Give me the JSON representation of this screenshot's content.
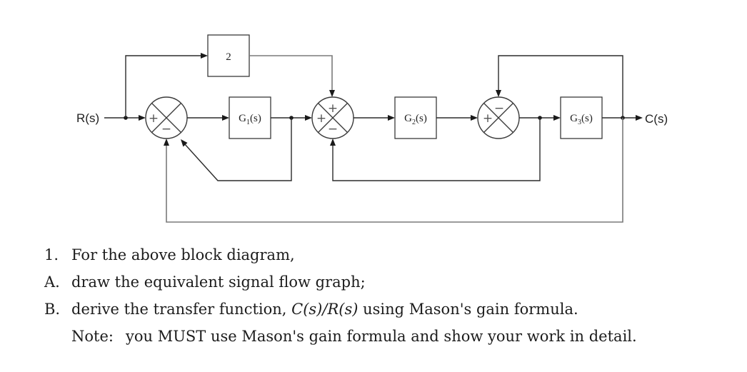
{
  "diagram": {
    "input_label": "R(s)",
    "output_label": "C(s)",
    "blocks": {
      "gain": {
        "label": "2"
      },
      "g1": {
        "main": "G",
        "sub": "1",
        "arg": "(s)"
      },
      "g2": {
        "main": "G",
        "sub": "2",
        "arg": "(s)"
      },
      "g3": {
        "main": "G",
        "sub": "3",
        "arg": "(s)"
      }
    },
    "summing_junctions": [
      {
        "id": "sum1",
        "signs": {
          "left": "+",
          "bottom": "−"
        }
      },
      {
        "id": "sum2",
        "signs": {
          "left": "+",
          "top": "+",
          "bottom": "−"
        }
      },
      {
        "id": "sum3",
        "signs": {
          "left": "+",
          "top": "−"
        }
      }
    ]
  },
  "question": {
    "item1": {
      "marker": "1.",
      "text": "For the above block diagram,"
    },
    "itemA": {
      "marker": "A.",
      "text": "draw the equivalent signal flow graph;"
    },
    "itemB": {
      "marker": "B.",
      "text_before": "derive the transfer function, ",
      "math": "C(s)/R(s)",
      "text_after": " using Mason's gain formula."
    },
    "note": {
      "label": "Note:",
      "text": "you MUST use Mason's gain formula and show your work in detail."
    }
  }
}
